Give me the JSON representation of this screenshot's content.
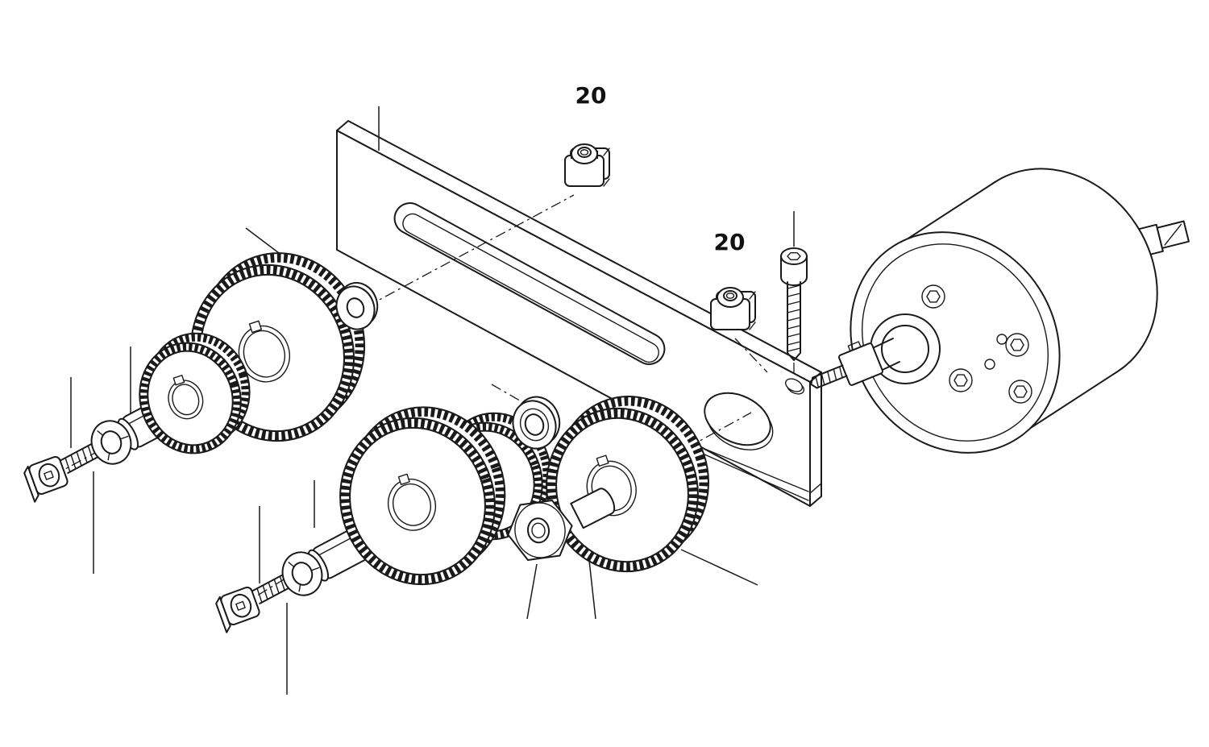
{
  "diagram": {
    "background": "#ffffff",
    "line_color": "#1a1a1a",
    "callouts": [
      {
        "text": "20",
        "target": "t-nut-upper"
      },
      {
        "text": "20",
        "target": "t-nut-right"
      }
    ],
    "parts": [
      "slotted-adjuster-arm",
      "t-nut-upper",
      "t-nut-right",
      "socket-head-cap-screw",
      "gearbox-motor",
      "motor-output-shaft",
      "motor-front-shaft-and-stud",
      "large-gear-upper-left",
      "small-gear-upper-left",
      "large-gear-center",
      "medium-gear-center",
      "large-gear-right",
      "washer-upper",
      "washer-center",
      "hex-nut",
      "spacer-sleeve",
      "e-clip-upper",
      "e-clip-lower",
      "square-head-screw-upper",
      "square-head-screw-lower",
      "shaft-coupler-upper",
      "shaft-coupler-lower"
    ]
  }
}
